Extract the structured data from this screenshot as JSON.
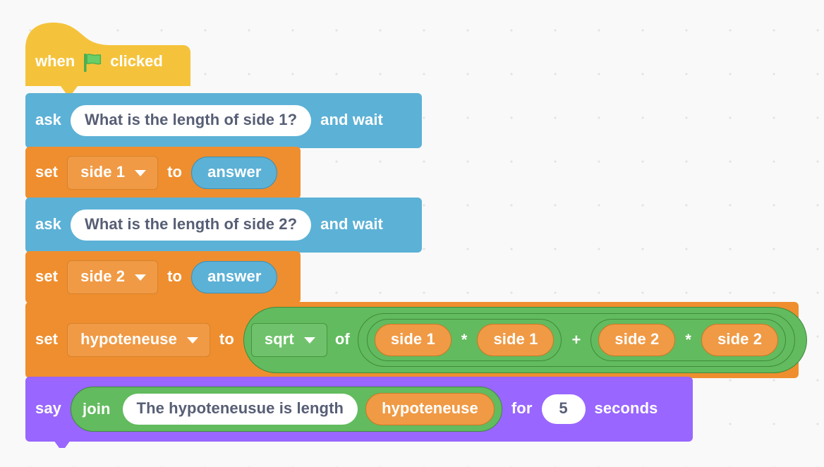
{
  "workspace": {
    "background_color": "#f9f9f9",
    "dot_color": "#e3e3e3"
  },
  "palette": {
    "events_yellow": "#f5c33b",
    "sensing_blue": "#5cb1d6",
    "variables_orange": "#ef8e2e",
    "operators_green": "#62bb5e",
    "looks_purple": "#9966ff",
    "input_white": "#ffffff",
    "input_text": "#575e75"
  },
  "script": {
    "hat": {
      "label_before": "when",
      "icon": "green-flag-icon",
      "label_after": "clicked"
    },
    "ask1": {
      "label": "ask",
      "question": "What is the length of side 1?",
      "trailing": "and wait"
    },
    "set1": {
      "label": "set",
      "variable": "side 1",
      "to": "to",
      "value": "answer"
    },
    "ask2": {
      "label": "ask",
      "question": "What is the length of side 2?",
      "trailing": "and wait"
    },
    "set2": {
      "label": "set",
      "variable": "side 2",
      "to": "to",
      "value": "answer"
    },
    "set3": {
      "label": "set",
      "variable": "hypoteneuse",
      "to": "to",
      "math_function": "sqrt",
      "of": "of",
      "sum_operator": "+",
      "left_product": {
        "operator": "*",
        "a": "side 1",
        "b": "side 1"
      },
      "right_product": {
        "operator": "*",
        "a": "side 2",
        "b": "side 2"
      }
    },
    "say": {
      "label": "say",
      "join": "join",
      "text": "The hypoteneusue is length",
      "variable": "hypoteneuse",
      "for": "for",
      "seconds_value": "5",
      "seconds": "seconds"
    }
  }
}
